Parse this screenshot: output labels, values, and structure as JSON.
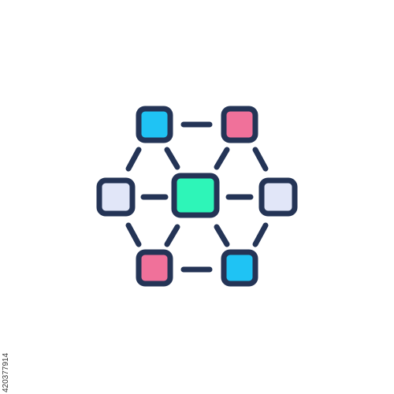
{
  "icon": {
    "name": "network-nodes-icon",
    "colors": {
      "outline": "#243456",
      "blue": "#1fc3f4",
      "pink": "#f0719a",
      "green": "#2ef5b8",
      "lavender": "#e1e6f8",
      "background": "#ffffff"
    },
    "nodes": [
      {
        "name": "node-top-left",
        "fill": "blue"
      },
      {
        "name": "node-top-right",
        "fill": "pink"
      },
      {
        "name": "node-middle-left",
        "fill": "lavender"
      },
      {
        "name": "node-center",
        "fill": "green"
      },
      {
        "name": "node-middle-right",
        "fill": "lavender"
      },
      {
        "name": "node-bottom-left",
        "fill": "pink"
      },
      {
        "name": "node-bottom-right",
        "fill": "blue"
      }
    ]
  },
  "watermark": {
    "id_text": "420377914"
  }
}
